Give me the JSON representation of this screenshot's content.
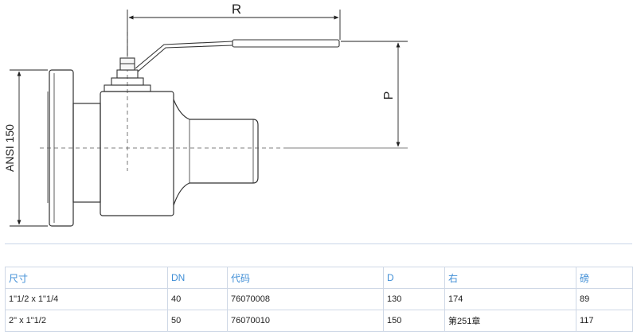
{
  "drawing": {
    "dimension_labels": {
      "r": "R",
      "p": "P",
      "flange": "ANSI 150"
    }
  },
  "table": {
    "headers": [
      "尺寸",
      "DN",
      "代码",
      "D",
      "右",
      "磅"
    ],
    "rows": [
      [
        "1\"1/2 x 1\"1/4",
        "40",
        "76070008",
        "130",
        "174",
        "89"
      ],
      [
        "2\" x 1\"1/2",
        "50",
        "76070010",
        "150",
        "第251章",
        "117"
      ]
    ]
  },
  "colors": {
    "header_text": "#3f8ed6",
    "grid_line": "#cfd8e6",
    "outline": "#333333"
  }
}
